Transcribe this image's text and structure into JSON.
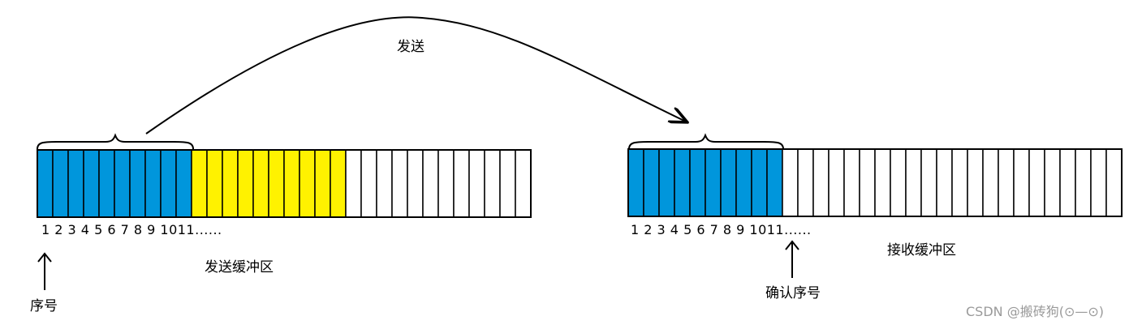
{
  "send_arrow_label": "发送",
  "send_buffer": {
    "title": "发送缓冲区",
    "sequence_text": "1 2 3 4 5 6 7 8 9 1011......",
    "pointer_label": "序号",
    "total_cells": 32,
    "cells": [
      {
        "state": "sent",
        "count": 10
      },
      {
        "state": "sendable",
        "count": 10
      },
      {
        "state": "empty",
        "count": 12
      }
    ]
  },
  "recv_buffer": {
    "title": "接收缓冲区",
    "sequence_text": "1 2 3 4 5 6 7 8 9 1011......",
    "pointer_label": "确认序号",
    "total_cells": 32,
    "cells": [
      {
        "state": "received",
        "count": 10
      },
      {
        "state": "empty",
        "count": 22
      }
    ]
  },
  "colors": {
    "sent": "#0096DC",
    "received": "#0096DC",
    "sendable": "#FFF200",
    "empty": "#FFFFFF",
    "border": "#000000"
  },
  "watermark": "CSDN @搬砖狗(⊙—⊙)"
}
